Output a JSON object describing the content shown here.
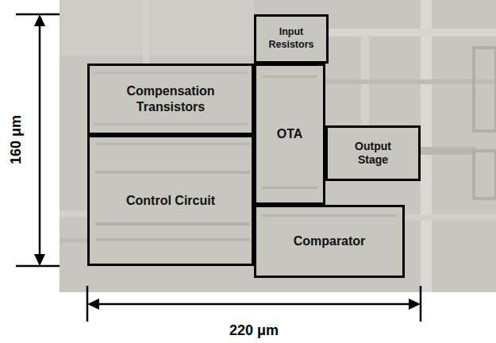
{
  "diagram": {
    "nodes": [
      {
        "text": [
          "Input Resistors"
        ]
      },
      {
        "text": [
          "Compensation Transistors"
        ]
      },
      {
        "text": [
          "OTA"
        ]
      },
      {
        "text": [
          "Output Stage"
        ]
      },
      {
        "text": [
          "Control Circuit"
        ]
      },
      {
        "text": [
          "Comparator"
        ]
      }
    ],
    "labels": [
      "160 μm",
      "220 μm"
    ]
  }
}
